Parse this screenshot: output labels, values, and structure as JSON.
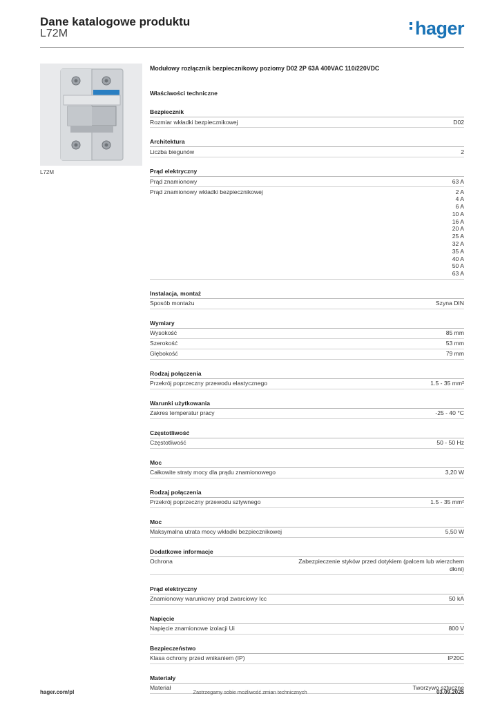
{
  "header": {
    "title": "Dane katalogowe produktu",
    "subtitle": "L72M",
    "logo_text": "hager",
    "brand_color": "#1a73b6"
  },
  "product": {
    "image_caption": "L72M",
    "title": "Modułowy rozłącznik bezpiecznikowy poziomy D02 2P 63A 400VAC 110/220VDC",
    "spec_heading": "Właściwości techniczne"
  },
  "sections": [
    {
      "title": "Bezpiecznik",
      "rows": [
        {
          "label": "Rozmiar wkładki bezpiecznikowej",
          "value": "D02"
        }
      ]
    },
    {
      "title": "Architektura",
      "rows": [
        {
          "label": "Liczba biegunów",
          "value": "2"
        }
      ]
    },
    {
      "title": "Prąd elektryczny",
      "rows": [
        {
          "label": "Prąd znamionowy",
          "value": "63 A"
        },
        {
          "label": "Prąd znamionowy wkładki bezpiecznikowej",
          "values": [
            "2 A",
            "4 A",
            "6 A",
            "10 A",
            "16 A",
            "20 A",
            "25 A",
            "32 A",
            "35 A",
            "40 A",
            "50 A",
            "63 A"
          ]
        }
      ]
    },
    {
      "title": "Instalacja, montaż",
      "rows": [
        {
          "label": "Sposób montażu",
          "value": "Szyna DIN"
        }
      ]
    },
    {
      "title": "Wymiary",
      "rows": [
        {
          "label": "Wysokość",
          "value": "85 mm"
        },
        {
          "label": "Szerokość",
          "value": "53 mm"
        },
        {
          "label": "Głębokość",
          "value": "79 mm"
        }
      ]
    },
    {
      "title": "Rodzaj połączenia",
      "rows": [
        {
          "label": "Przekrój poprzeczny przewodu elastycznego",
          "value": "1.5 - 35 mm²"
        }
      ]
    },
    {
      "title": "Warunki użytkowania",
      "rows": [
        {
          "label": "Zakres temperatur pracy",
          "value": "-25 - 40 °C"
        }
      ]
    },
    {
      "title": "Częstotliwość",
      "rows": [
        {
          "label": "Częstotliwość",
          "value": "50 - 50 Hz"
        }
      ]
    },
    {
      "title": "Moc",
      "rows": [
        {
          "label": "Całkowite straty mocy dla prądu znamionowego",
          "value": "3,20 W"
        }
      ]
    },
    {
      "title": "Rodzaj połączenia",
      "rows": [
        {
          "label": "Przekrój poprzeczny przewodu sztywnego",
          "value": "1.5 - 35 mm²"
        }
      ]
    },
    {
      "title": "Moc",
      "rows": [
        {
          "label": "Maksymalna utrata mocy wkładki bezpiecznikowej",
          "value": "5,50 W"
        }
      ]
    },
    {
      "title": "Dodatkowe informacje",
      "rows": [
        {
          "label": "Ochrona",
          "value": "Zabezpieczenie styków przed dotykiem (palcem lub wierzchem dłoni)"
        }
      ]
    },
    {
      "title": "Prąd elektryczny",
      "rows": [
        {
          "label": "Znamionowy warunkowy prąd zwarciowy Icc",
          "value": "50 kA"
        }
      ]
    },
    {
      "title": "Napięcie",
      "rows": [
        {
          "label": "Napięcie znamionowe izolacji Ui",
          "value": "800 V"
        }
      ]
    },
    {
      "title": "Bezpieczeństwo",
      "rows": [
        {
          "label": "Klasa ochrony przed wnikaniem (IP)",
          "value": "IP20C"
        }
      ]
    },
    {
      "title": "Materiały",
      "rows": [
        {
          "label": "Materiał",
          "value": "Tworzywo sztuczne"
        }
      ]
    }
  ],
  "footer": {
    "left": "hager.com/pl",
    "center": "Zastrzegamy sobie możliwość zmian technicznych",
    "right": "03.09.2025"
  }
}
